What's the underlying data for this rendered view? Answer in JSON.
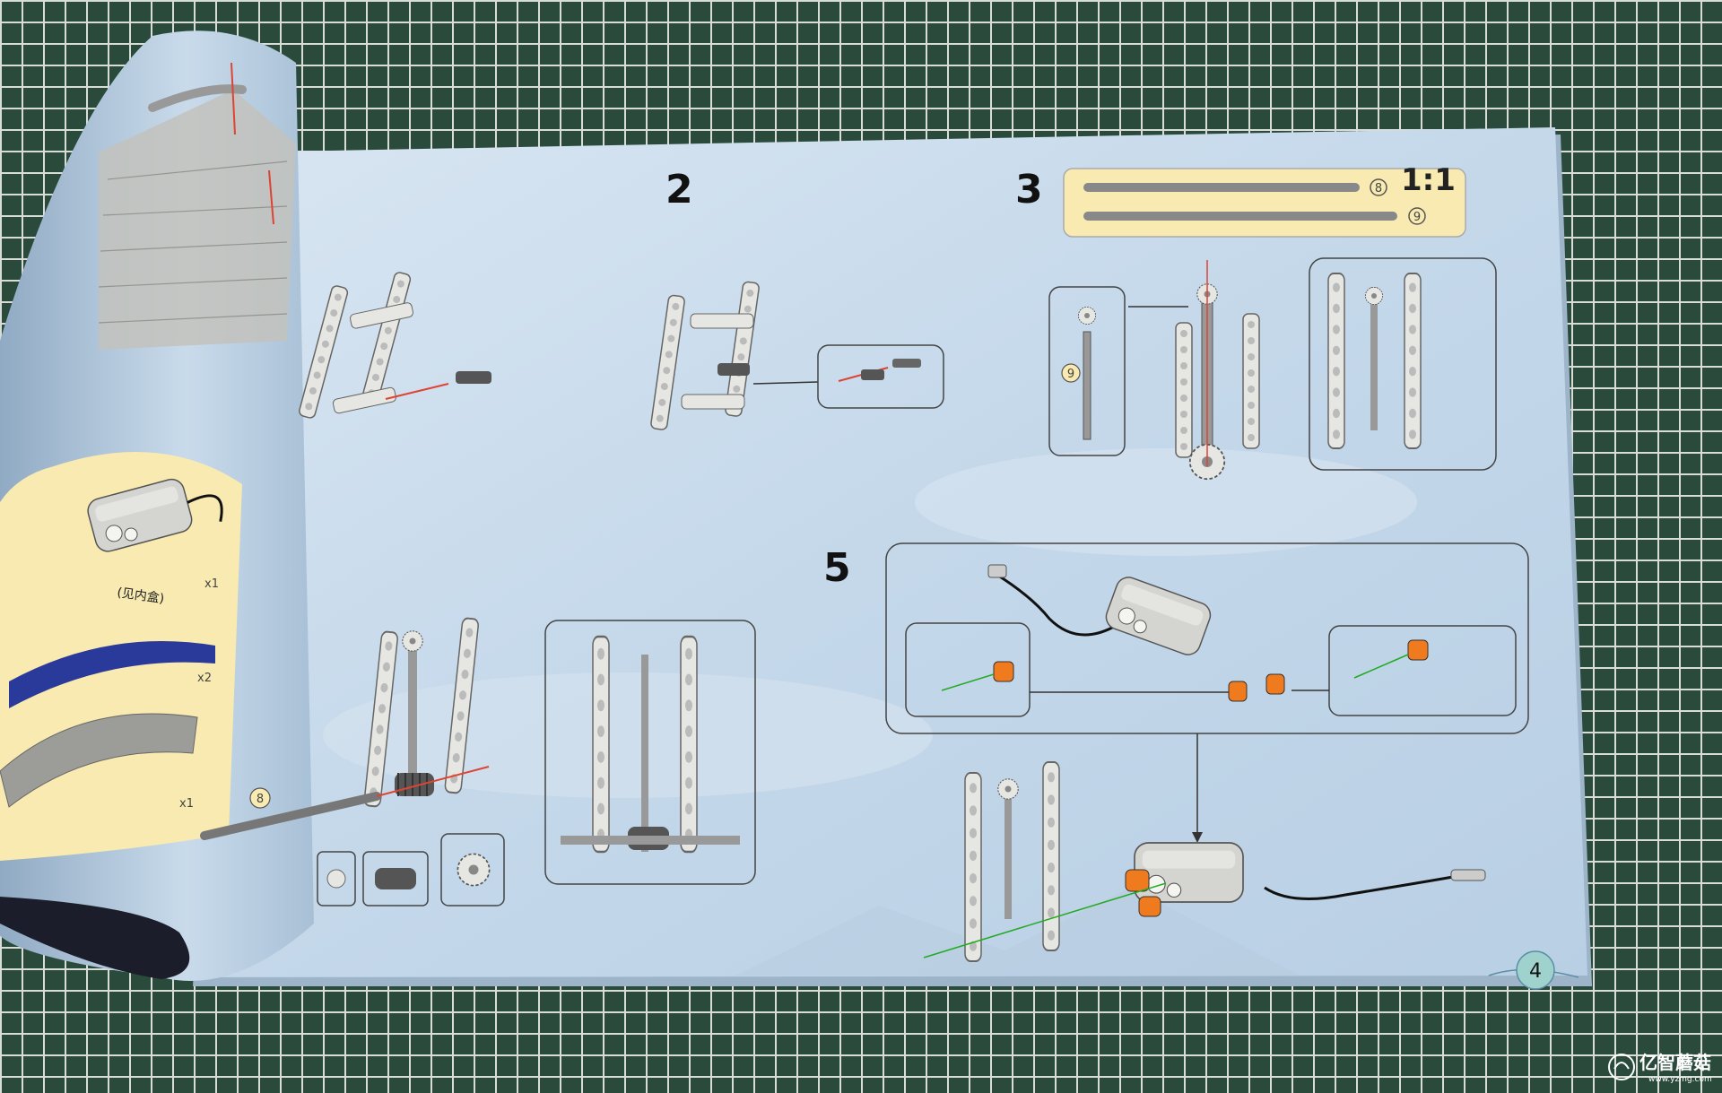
{
  "steps": {
    "two": "2",
    "three": "3",
    "five": "5"
  },
  "scale_box": {
    "ratio": "1:1",
    "part_a": "8",
    "part_b": "9"
  },
  "callouts": {
    "axle_9": "9",
    "axle_8": "8"
  },
  "left_page": {
    "contents_note": "(见内盒)",
    "qty_motor": "x1",
    "qty_band": "x2",
    "qty_beam": "x1"
  },
  "page_number": "4",
  "watermark": {
    "brand": "亿智蘑菇",
    "url": "www.yzmg.com"
  },
  "colors": {
    "page": "#c6d8ea",
    "mat": "#2a4a3c",
    "grid": "#d8ddd8",
    "orange": "#f07a1e",
    "note": "#f8eab0"
  }
}
